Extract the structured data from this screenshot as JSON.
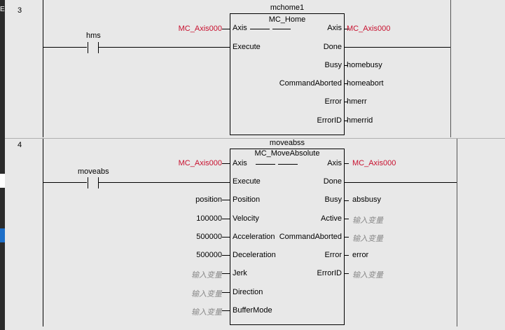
{
  "side_panel": {
    "letter": "E"
  },
  "rungs": [
    {
      "number": "3",
      "contact": {
        "variable": "hms"
      },
      "block": {
        "instance": "mchome1",
        "type": "MC_Home",
        "inputs": [
          {
            "pin": "Axis",
            "arg": "MC_Axis000"
          },
          {
            "pin": "Execute",
            "arg": ""
          }
        ],
        "outputs": [
          {
            "pin": "Axis",
            "arg": "MC_Axis000"
          },
          {
            "pin": "Done",
            "arg": ""
          },
          {
            "pin": "Busy",
            "arg": "homebusy"
          },
          {
            "pin": "CommandAborted",
            "arg": "homeabort"
          },
          {
            "pin": "Error",
            "arg": "hmerr"
          },
          {
            "pin": "ErrorID",
            "arg": "hmerrid"
          }
        ]
      }
    },
    {
      "number": "4",
      "contact": {
        "variable": "moveabs"
      },
      "block": {
        "instance": "moveabss",
        "type": "MC_MoveAbsolute",
        "inputs": [
          {
            "pin": "Axis",
            "arg": "MC_Axis000"
          },
          {
            "pin": "Execute",
            "arg": ""
          },
          {
            "pin": "Position",
            "arg": "position"
          },
          {
            "pin": "Velocity",
            "arg": "100000"
          },
          {
            "pin": "Acceleration",
            "arg": "500000"
          },
          {
            "pin": "Deceleration",
            "arg": "500000"
          },
          {
            "pin": "Jerk",
            "arg": "输入变量"
          },
          {
            "pin": "Direction",
            "arg": "输入变量"
          },
          {
            "pin": "BufferMode",
            "arg": "输入变量"
          }
        ],
        "outputs": [
          {
            "pin": "Axis",
            "arg": "MC_Axis000"
          },
          {
            "pin": "Done",
            "arg": ""
          },
          {
            "pin": "Busy",
            "arg": "absbusy"
          },
          {
            "pin": "Active",
            "arg": "输入变量"
          },
          {
            "pin": "CommandAborted",
            "arg": "输入变量"
          },
          {
            "pin": "Error",
            "arg": "error"
          },
          {
            "pin": "ErrorID",
            "arg": "输入变量"
          }
        ]
      }
    }
  ],
  "colors": {
    "axis_variable": "#c8102e",
    "placeholder": "#8a8a8a",
    "background": "#e8e8e8"
  }
}
